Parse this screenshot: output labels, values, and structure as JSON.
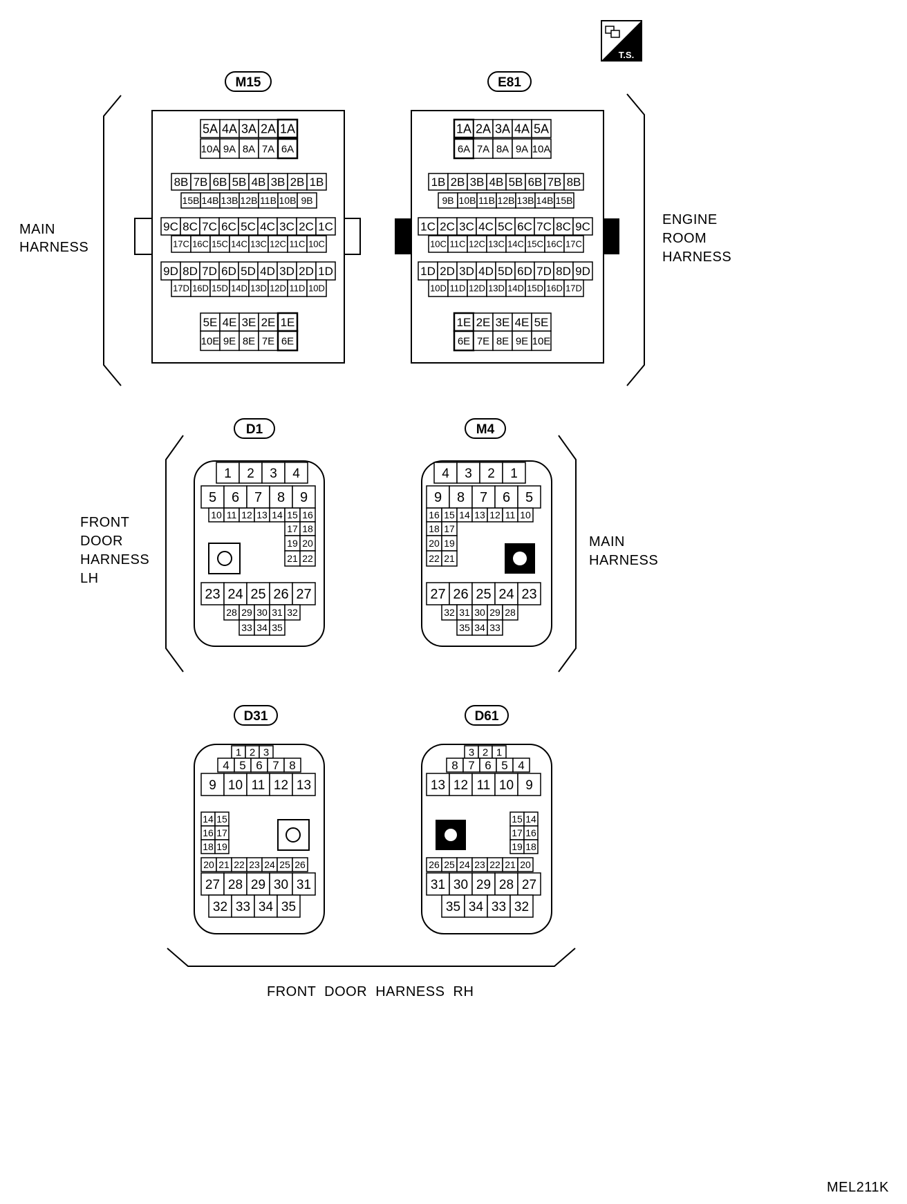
{
  "ts_badge": "T.S.",
  "footer_code": "MEL211K",
  "labels": {
    "main_harness_left": [
      "MAIN",
      "HARNESS"
    ],
    "engine_room_harness": [
      "ENGINE",
      "ROOM",
      "HARNESS"
    ],
    "front_door_harness_lh": [
      "FRONT",
      "DOOR",
      "HARNESS",
      "LH"
    ],
    "main_harness_right": [
      "MAIN",
      "HARNESS"
    ],
    "front_door_harness_rh": "FRONT  DOOR  HARNESS  RH"
  },
  "connectors": {
    "M15": {
      "name": "M15",
      "rows": [
        [
          "5A",
          "4A",
          "3A",
          "2A",
          "1A"
        ],
        [
          "10A",
          "9A",
          "8A",
          "7A",
          "6A"
        ],
        [
          "8B",
          "7B",
          "6B",
          "5B",
          "4B",
          "3B",
          "2B",
          "1B"
        ],
        [
          "15B",
          "14B",
          "13B",
          "12B",
          "11B",
          "10B",
          "9B"
        ],
        [
          "9C",
          "8C",
          "7C",
          "6C",
          "5C",
          "4C",
          "3C",
          "2C",
          "1C"
        ],
        [
          "17C",
          "16C",
          "15C",
          "14C",
          "13C",
          "12C",
          "11C",
          "10C"
        ],
        [
          "9D",
          "8D",
          "7D",
          "6D",
          "5D",
          "4D",
          "3D",
          "2D",
          "1D"
        ],
        [
          "17D",
          "16D",
          "15D",
          "14D",
          "13D",
          "12D",
          "11D",
          "10D"
        ],
        [
          "5E",
          "4E",
          "3E",
          "2E",
          "1E"
        ],
        [
          "10E",
          "9E",
          "8E",
          "7E",
          "6E"
        ]
      ]
    },
    "E81": {
      "name": "E81",
      "rows": [
        [
          "1A",
          "2A",
          "3A",
          "4A",
          "5A"
        ],
        [
          "6A",
          "7A",
          "8A",
          "9A",
          "10A"
        ],
        [
          "1B",
          "2B",
          "3B",
          "4B",
          "5B",
          "6B",
          "7B",
          "8B"
        ],
        [
          "9B",
          "10B",
          "11B",
          "12B",
          "13B",
          "14B",
          "15B"
        ],
        [
          "1C",
          "2C",
          "3C",
          "4C",
          "5C",
          "6C",
          "7C",
          "8C",
          "9C"
        ],
        [
          "10C",
          "11C",
          "12C",
          "13C",
          "14C",
          "15C",
          "16C",
          "17C"
        ],
        [
          "1D",
          "2D",
          "3D",
          "4D",
          "5D",
          "6D",
          "7D",
          "8D",
          "9D"
        ],
        [
          "10D",
          "11D",
          "12D",
          "13D",
          "14D",
          "15D",
          "16D",
          "17D"
        ],
        [
          "1E",
          "2E",
          "3E",
          "4E",
          "5E"
        ],
        [
          "6E",
          "7E",
          "8E",
          "9E",
          "10E"
        ]
      ]
    },
    "D1": {
      "name": "D1",
      "rows": [
        [
          "1",
          "2",
          "3",
          "4"
        ],
        [
          "5",
          "6",
          "7",
          "8",
          "9"
        ],
        [
          "10",
          "11",
          "12",
          "13",
          "14",
          "15",
          "16"
        ],
        [
          "17",
          "18"
        ],
        [
          "19",
          "20"
        ],
        [
          "21",
          "22"
        ],
        [
          "23",
          "24",
          "25",
          "26",
          "27"
        ],
        [
          "28",
          "29",
          "30",
          "31",
          "32"
        ],
        [
          "33",
          "34",
          "35"
        ]
      ]
    },
    "M4": {
      "name": "M4",
      "rows": [
        [
          "4",
          "3",
          "2",
          "1"
        ],
        [
          "9",
          "8",
          "7",
          "6",
          "5"
        ],
        [
          "16",
          "15",
          "14",
          "13",
          "12",
          "11",
          "10"
        ],
        [
          "18",
          "17"
        ],
        [
          "20",
          "19"
        ],
        [
          "22",
          "21"
        ],
        [
          "27",
          "26",
          "25",
          "24",
          "23"
        ],
        [
          "32",
          "31",
          "30",
          "29",
          "28"
        ],
        [
          "35",
          "34",
          "33"
        ]
      ]
    },
    "D31": {
      "name": "D31",
      "rows": [
        [
          "1",
          "2",
          "3"
        ],
        [
          "4",
          "5",
          "6",
          "7",
          "8"
        ],
        [
          "9",
          "10",
          "11",
          "12",
          "13"
        ],
        [
          "14",
          "15"
        ],
        [
          "16",
          "17"
        ],
        [
          "18",
          "19"
        ],
        [
          "20",
          "21",
          "22",
          "23",
          "24",
          "25",
          "26"
        ],
        [
          "27",
          "28",
          "29",
          "30",
          "31"
        ],
        [
          "32",
          "33",
          "34",
          "35"
        ]
      ]
    },
    "D61": {
      "name": "D61",
      "rows": [
        [
          "3",
          "2",
          "1"
        ],
        [
          "8",
          "7",
          "6",
          "5",
          "4"
        ],
        [
          "13",
          "12",
          "11",
          "10",
          "9"
        ],
        [
          "15",
          "14"
        ],
        [
          "17",
          "16"
        ],
        [
          "19",
          "18"
        ],
        [
          "26",
          "25",
          "24",
          "23",
          "22",
          "21",
          "20"
        ],
        [
          "31",
          "30",
          "29",
          "28",
          "27"
        ],
        [
          "35",
          "34",
          "33",
          "32"
        ]
      ]
    }
  }
}
